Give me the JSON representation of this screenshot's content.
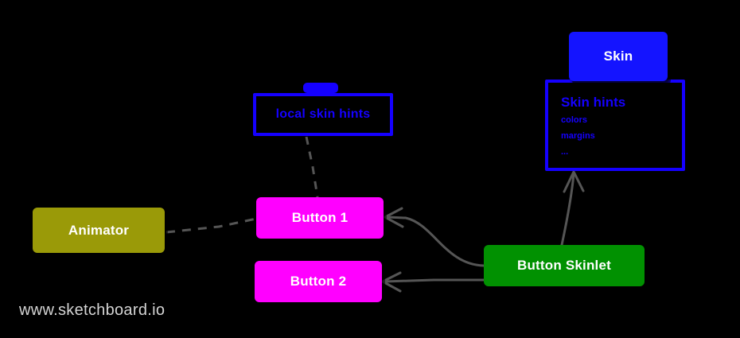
{
  "diagram": {
    "background_color": "#000000",
    "nodes": {
      "animator": {
        "label": "Animator",
        "fill": "#9a9a08",
        "text_color": "#ffffff"
      },
      "button1": {
        "label": "Button 1",
        "fill": "#ff00ff",
        "text_color": "#ffffff"
      },
      "button2": {
        "label": "Button 2",
        "fill": "#ff00ff",
        "text_color": "#ffffff"
      },
      "button_skinlet": {
        "label": "Button Skinlet",
        "fill": "#019101",
        "text_color": "#ffffff"
      },
      "skin": {
        "label": "Skin",
        "fill": "#1414ff",
        "text_color": "#ffffff"
      },
      "local_skin_hints": {
        "label": "local skin hints",
        "outline": "#1500ff",
        "text_color": "#1500ff"
      },
      "skin_hints": {
        "title": "Skin hints",
        "items": [
          "colors",
          "margins",
          "..."
        ],
        "outline": "#1500ff",
        "text_color": "#1500ff"
      }
    },
    "edge_color": "#555555"
  },
  "watermark": {
    "text": "www.sketchboard.io",
    "color": "#d4d4d4"
  }
}
